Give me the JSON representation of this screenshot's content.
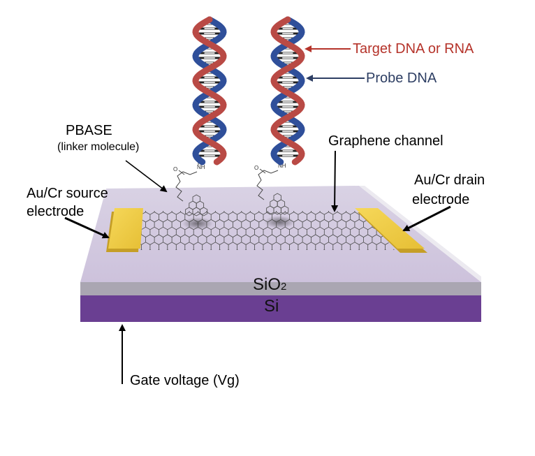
{
  "labels": {
    "target": "Target DNA or RNA",
    "probe": "Probe DNA",
    "pbase": "PBASE",
    "pbase_sub": "(linker molecule)",
    "channel": "Graphene channel",
    "source_line1": "Au/Cr source",
    "source_line2": "electrode",
    "drain_line1": "Au/Cr drain",
    "drain_line2": "electrode",
    "sio2": "SiO",
    "sio2_sub": "2",
    "si": "Si",
    "gate": "Gate voltage (Vg)",
    "amide_o": "O",
    "amide_nh": "NH"
  },
  "colors": {
    "strand_red": "#b94a45",
    "strand_blue": "#2f4f9a",
    "gold": "#f2cf4a",
    "sio2_top": "#d8cfe2",
    "sio2_edge": "#a9a4b0",
    "si": "#6a3f92",
    "graphene": "#4a4a4a",
    "label_red": "#b5332a",
    "label_blue": "#2d3e63"
  }
}
